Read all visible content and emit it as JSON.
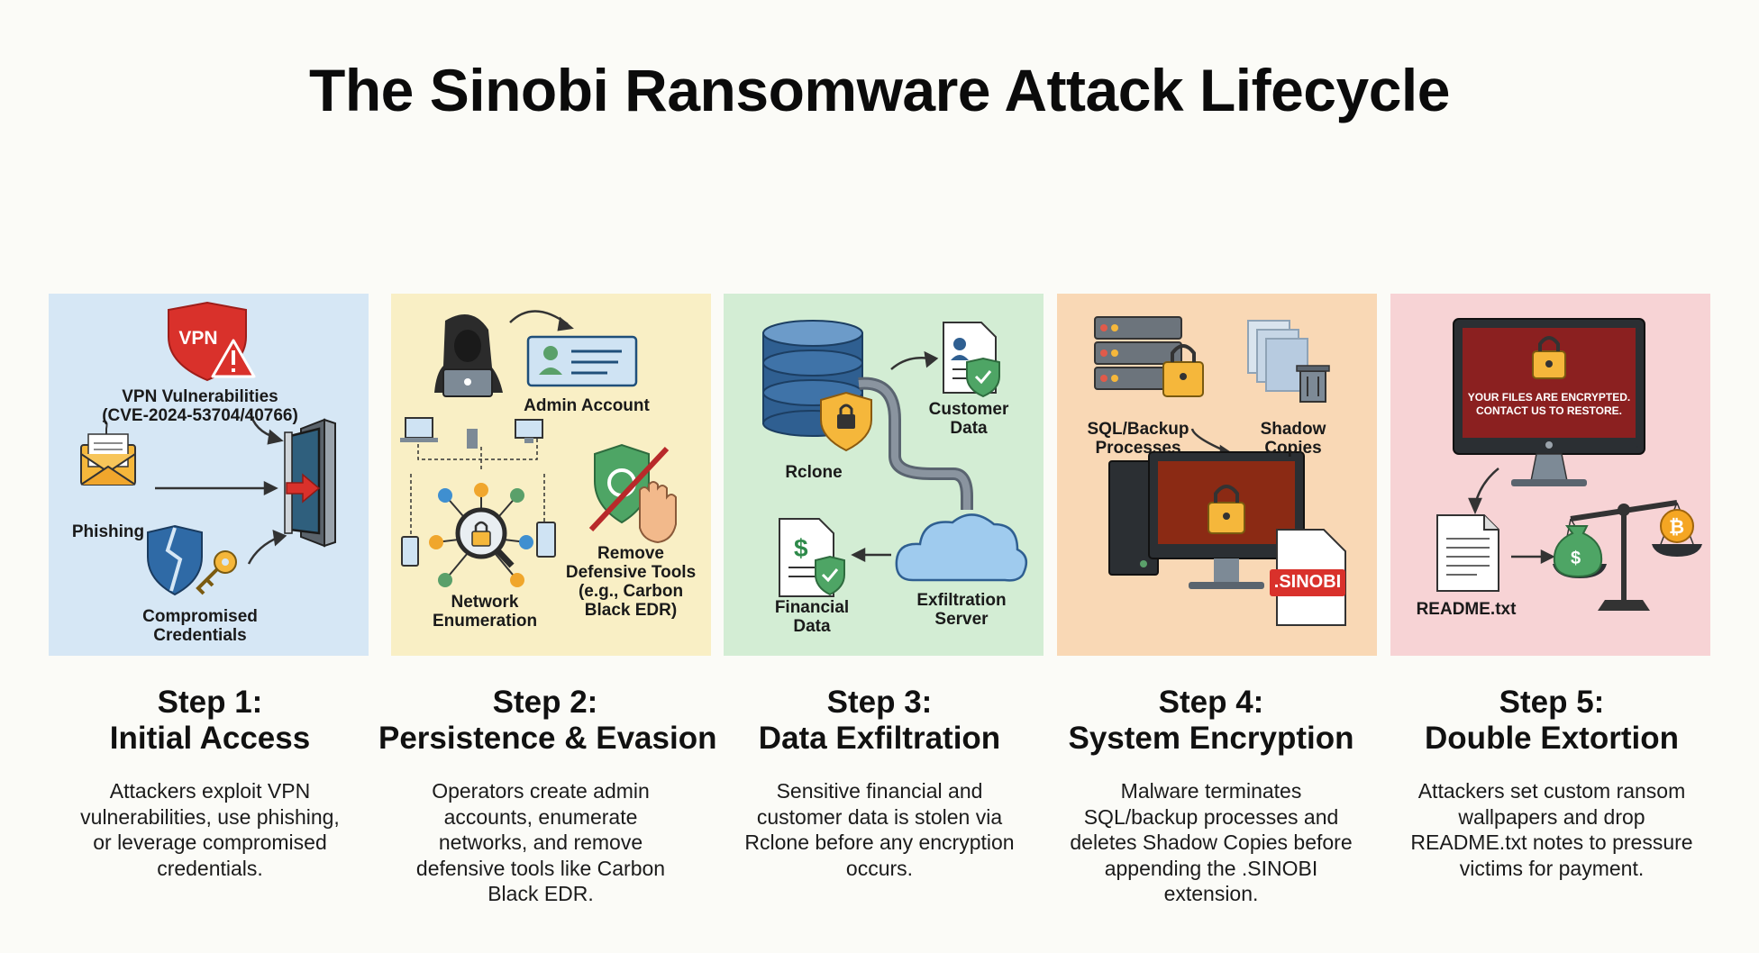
{
  "title": "The Sinobi Ransomware Attack Lifecycle",
  "colors": {
    "panel1": "#d6e7f5",
    "panel2": "#f9efc5",
    "panel3": "#d3edd4",
    "panel4": "#f9d8b5",
    "panel5": "#f7d3d5",
    "accent_red": "#d9312b"
  },
  "steps": [
    {
      "number": "Step 1:",
      "name": "Initial Access",
      "description": "Attackers exploit VPN vulnerabilities, use phishing, or leverage compromised credentials.",
      "labels": {
        "vpn_badge": "VPN",
        "vpn": "VPN Vulnerabilities\n(CVE-2024-53704/40766)",
        "phishing": "Phishing",
        "credentials": "Compromised\nCredentials"
      },
      "icons": [
        "vpn-shield-icon",
        "warning-icon",
        "phishing-email-icon",
        "broken-shield-icon",
        "key-icon",
        "door-icon",
        "arrow-icon"
      ]
    },
    {
      "number": "Step 2:",
      "name": "Persistence & Evasion",
      "description": "Operators create admin accounts, enumerate networks, and remove defensive tools like Carbon Black EDR.",
      "labels": {
        "admin": "Admin Account",
        "network": "Network\nEnumeration",
        "remove": "Remove\nDefensive Tools\n(e.g., Carbon\nBlack EDR)"
      },
      "icons": [
        "hacker-icon",
        "id-card-icon",
        "network-icon",
        "magnifier-lock-icon",
        "blocked-shield-icon",
        "hand-icon"
      ]
    },
    {
      "number": "Step 3:",
      "name": "Data Exfiltration",
      "description": "Sensitive financial and customer data is stolen via Rclone before any encryption occurs.",
      "labels": {
        "rclone": "Rclone",
        "customer": "Customer\nData",
        "financial": "Financial\nData",
        "server": "Exfiltration\nServer"
      },
      "icons": [
        "database-icon",
        "lock-shield-icon",
        "customer-document-icon",
        "financial-document-icon",
        "cloud-icon",
        "pipe-icon"
      ]
    },
    {
      "number": "Step 4:",
      "name": "System Encryption",
      "description": "Malware terminates SQL/backup processes and deletes Shadow Copies before appending the .SINOBI extension.",
      "labels": {
        "sql": "SQL/Backup\nProcesses",
        "shadow": "Shadow\nCopies",
        "extension": ".SINOBI"
      },
      "icons": [
        "server-lock-icon",
        "shadow-copies-icon",
        "trash-icon",
        "computer-lock-icon",
        "sinobi-file-icon"
      ]
    },
    {
      "number": "Step 5:",
      "name": "Double Extortion",
      "description": "Attackers set custom ransom wallpapers and drop README.txt notes to pressure victims for payment.",
      "labels": {
        "screen": "YOUR FILES ARE ENCRYPTED.\nCONTACT US TO RESTORE.",
        "readme": "README.txt"
      },
      "icons": [
        "ransom-monitor-icon",
        "readme-document-icon",
        "scale-icon",
        "money-bag-icon",
        "bitcoin-icon"
      ]
    }
  ]
}
